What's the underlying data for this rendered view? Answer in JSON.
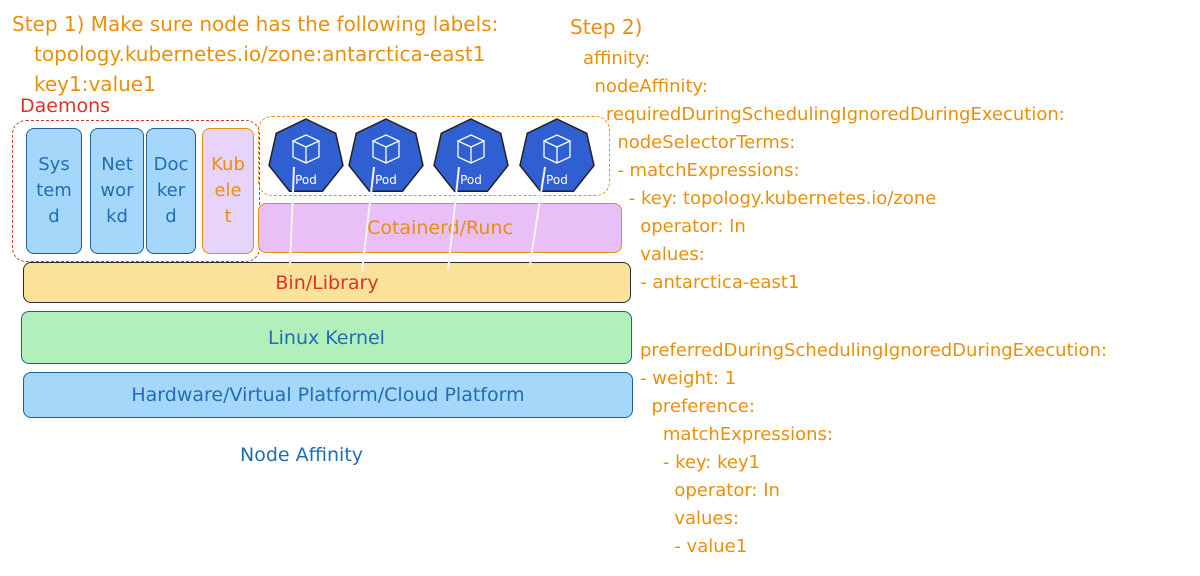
{
  "step1": {
    "title": "Step 1) Make sure node has the following labels:",
    "labels": [
      "topology.kubernetes.io/zone:antarctica-east1",
      "key1:value1"
    ]
  },
  "daemons": {
    "label": "Daemons",
    "items": [
      {
        "text": "Sys\ntem\nd"
      },
      {
        "text": "Net\nwor\nkd"
      },
      {
        "text": "Doc\nker\nd"
      },
      {
        "text": "Kub\nele\nt"
      }
    ]
  },
  "pods": {
    "label": "Pod",
    "count": 4
  },
  "layers": {
    "containerd": "Cotainerd/Runc",
    "bin": "Bin/Library",
    "kernel": "Linux Kernel",
    "hardware": "Hardware/Virtual Platform/Cloud Platform"
  },
  "footer": "Node Affinity",
  "step2": {
    "title": "Step 2)",
    "required_block": "affinity:\n  nodeAffinity:\n    requiredDuringSchedulingIgnoredDuringExecution:\n      nodeSelectorTerms:\n      - matchExpressions:\n        - key: topology.kubernetes.io/zone\n          operator: In\n          values:\n          - antarctica-east1",
    "preferred_block": "preferredDuringSchedulingIgnoredDuringExecution:\n- weight: 1\n  preference:\n    matchExpressions:\n    - key: key1\n      operator: In\n      values:\n      - value1"
  },
  "colors": {
    "orange": "#e8900c",
    "red": "#d9342b",
    "blue": "#1f6db5",
    "pod_fill": "#2f5fd0",
    "daemon_fill": "#a5d7fa",
    "containerd_fill": "#e8bff7",
    "bin_fill": "#fbe29a",
    "kernel_fill": "#b1f0ba"
  },
  "icons": {
    "pod": "kubernetes-pod-icon"
  }
}
